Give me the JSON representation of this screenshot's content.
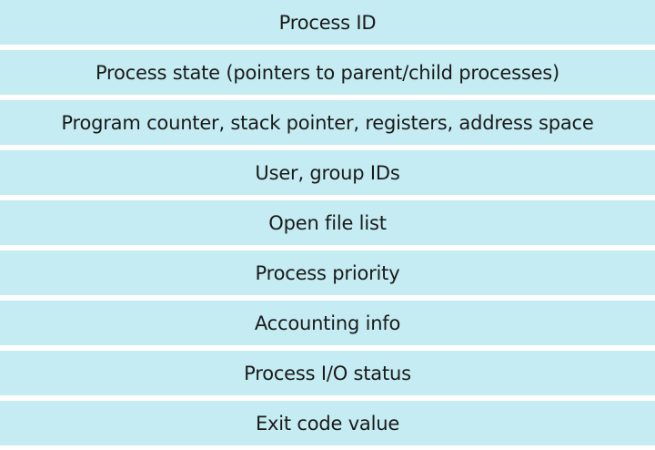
{
  "pcb": {
    "fields": [
      "Process ID",
      "Process state (pointers to parent/child processes)",
      "Program counter, stack pointer, registers, address space",
      "User, group IDs",
      "Open file list",
      "Process priority",
      "Accounting info",
      "Process I/O status",
      "Exit code value"
    ],
    "row_color": "#c4ecf2",
    "text_color": "#1a1a1a"
  }
}
